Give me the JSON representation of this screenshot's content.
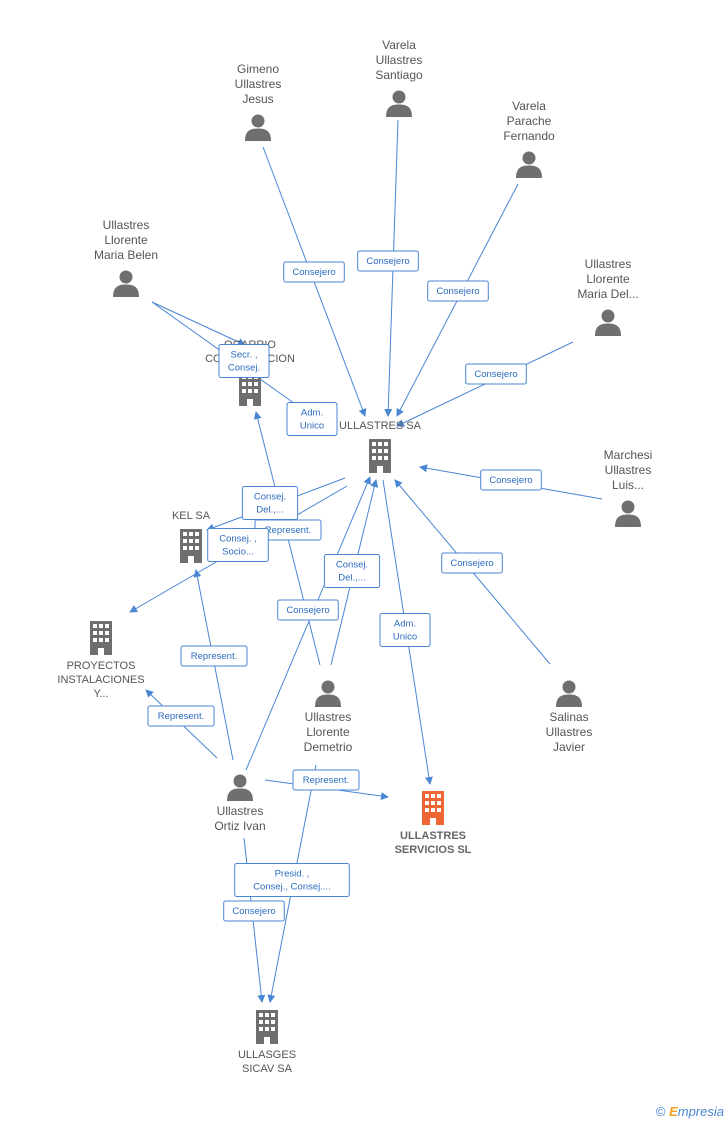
{
  "colors": {
    "edge": "#4a86d4",
    "person": "#6f6f6f",
    "company": "#6f6f6f",
    "focus_company": "#ee6633",
    "label": "#555555"
  },
  "nodes": [
    {
      "id": "gimeno",
      "type": "person",
      "lines": [
        "Gimeno",
        "Ullastres",
        "Jesus"
      ]
    },
    {
      "id": "varela_santiago",
      "type": "person",
      "lines": [
        "Varela",
        "Ullastres",
        "Santiago"
      ]
    },
    {
      "id": "varela_fernando",
      "type": "person",
      "lines": [
        "Varela",
        "Parache",
        "Fernando"
      ]
    },
    {
      "id": "ullastres_belen",
      "type": "person",
      "lines": [
        "Ullastres",
        "Llorente",
        "Maria Belen"
      ]
    },
    {
      "id": "ullastres_mariadel",
      "type": "person",
      "lines": [
        "Ullastres",
        "Llorente",
        "Maria Del..."
      ]
    },
    {
      "id": "marchesi",
      "type": "person",
      "lines": [
        "Marchesi",
        "Ullastres",
        "Luis..."
      ]
    },
    {
      "id": "salinas",
      "type": "person",
      "lines": [
        "Salinas",
        "Ullastres",
        "Javier"
      ]
    },
    {
      "id": "demetrio",
      "type": "person",
      "lines": [
        "Ullastres",
        "Llorente",
        "Demetrio"
      ]
    },
    {
      "id": "ivan",
      "type": "person",
      "lines": [
        "Ullastres",
        "Ortiz Ivan"
      ]
    },
    {
      "id": "ogarrio",
      "type": "company",
      "lines": [
        "OGARRIO",
        "CONSTRUCCION"
      ]
    },
    {
      "id": "ullastres_sa",
      "type": "company",
      "lines": [
        "ULLASTRES SA"
      ]
    },
    {
      "id": "kel",
      "type": "company",
      "lines": [
        "KEL SA"
      ]
    },
    {
      "id": "proyectos",
      "type": "company",
      "lines": [
        "PROYECTOS",
        "INSTALACIONES",
        "Y..."
      ]
    },
    {
      "id": "servicios",
      "type": "focus",
      "lines": [
        "ULLASTRES",
        "SERVICIOS SL"
      ]
    },
    {
      "id": "ullasges",
      "type": "company",
      "lines": [
        "ULLASGES",
        "SICAV SA"
      ]
    }
  ],
  "relations": [
    {
      "from": "gimeno",
      "to": "ullastres_sa",
      "lines": [
        "Consejero"
      ]
    },
    {
      "from": "varela_santiago",
      "to": "ullastres_sa",
      "lines": [
        "Consejero"
      ]
    },
    {
      "from": "varela_fernando",
      "to": "ullastres_sa",
      "lines": [
        "Consejero"
      ]
    },
    {
      "from": "ullastres_mariadel",
      "to": "ullastres_sa",
      "lines": [
        "Consejero"
      ]
    },
    {
      "from": "ullastres_belen",
      "to": "ogarrio",
      "lines": [
        "Secr. ,",
        "Consej."
      ]
    },
    {
      "from": "ullastres_belen",
      "to": "ullastres_sa",
      "lines": [
        "Adm.",
        "Unico"
      ]
    },
    {
      "from": "marchesi",
      "to": "ullastres_sa",
      "lines": [
        "Consejero"
      ]
    },
    {
      "from": "salinas",
      "to": "ullastres_sa",
      "lines": [
        "Consejero"
      ]
    },
    {
      "from": "demetrio",
      "to": "ogarrio",
      "lines": [
        "Consej.",
        "Del.,..."
      ]
    },
    {
      "from": "ullastres_sa",
      "to": "kel",
      "lines": [
        "Represent."
      ]
    },
    {
      "from": "ullastres_sa",
      "to": "proyectos",
      "lines": [
        "Consej. ,",
        "Socio..."
      ]
    },
    {
      "from": "demetrio",
      "to": "ullastres_sa",
      "lines": [
        "Consej.",
        "Del.,..."
      ]
    },
    {
      "from": "ivan",
      "to": "ullastres_sa",
      "lines": [
        "Consejero"
      ]
    },
    {
      "from": "ullastres_sa",
      "to": "servicios",
      "lines": [
        "Adm.",
        "Unico"
      ]
    },
    {
      "from": "ivan",
      "to": "kel",
      "lines": [
        "Represent."
      ]
    },
    {
      "from": "ivan",
      "to": "proyectos",
      "lines": [
        "Represent."
      ]
    },
    {
      "from": "ivan",
      "to": "servicios",
      "lines": [
        "Represent."
      ]
    },
    {
      "from": "demetrio",
      "to": "ullasges",
      "lines": [
        "Presid. ,",
        "Consej., Consej...."
      ]
    },
    {
      "from": "ivan",
      "to": "ullasges",
      "lines": [
        "Consejero"
      ]
    }
  ],
  "footer": {
    "copyright_symbol": "©",
    "brand_initial": "E",
    "brand_rest": "mpresia"
  }
}
